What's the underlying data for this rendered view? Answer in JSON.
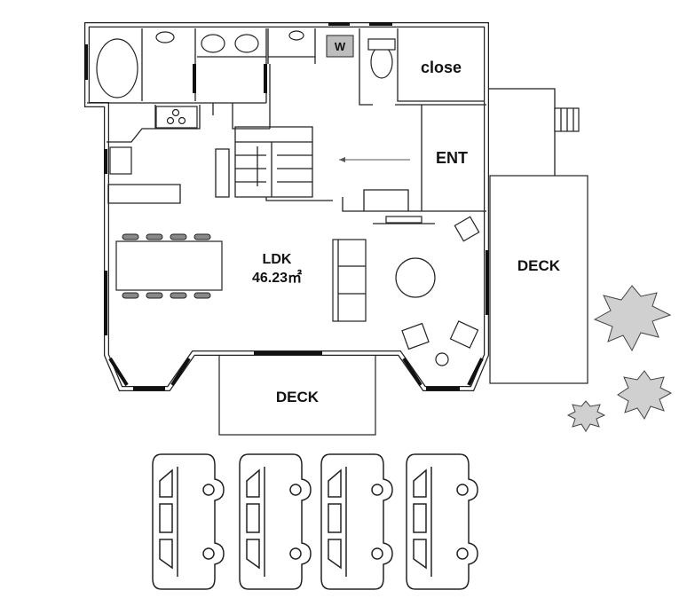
{
  "rooms": {
    "closet": "close",
    "entrance": "ENT",
    "washer": "W",
    "ldk": "LDK",
    "ldk_area": "46.23㎡",
    "deck_right": "DECK",
    "deck_bottom": "DECK"
  },
  "colors": {
    "washer_fill": "#bdbdbd",
    "tree_fill": "#d0d0d0"
  }
}
